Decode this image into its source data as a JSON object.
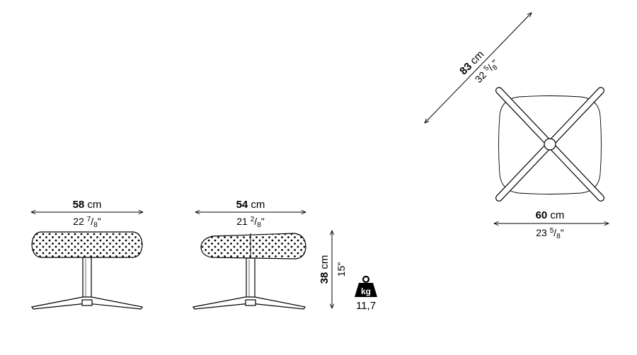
{
  "figure": {
    "width_dim": {
      "value": "58",
      "unit": " cm",
      "inch_whole": "22 ",
      "inch_num": "7",
      "inch_den": "8",
      "inch_mark": "\""
    },
    "depth_dim": {
      "value": "54",
      "unit": " cm",
      "inch_whole": "21 ",
      "inch_num": "2",
      "inch_den": "8",
      "inch_mark": "\""
    },
    "height_dim": {
      "value": "38",
      "unit": " cm",
      "inch": "15\""
    },
    "diagonal_dim": {
      "value": "83",
      "unit": " cm",
      "inch_whole": "32 ",
      "inch_num": "5",
      "inch_den": "8",
      "inch_mark": "\""
    },
    "base_dim": {
      "value": "60",
      "unit": " cm",
      "inch_whole": "23 ",
      "inch_num": "5",
      "inch_den": "8",
      "inch_mark": "\""
    },
    "weight": {
      "icon_label": "kg",
      "value": "11,7"
    }
  },
  "colors": {
    "line": "#000000",
    "background": "#ffffff"
  }
}
